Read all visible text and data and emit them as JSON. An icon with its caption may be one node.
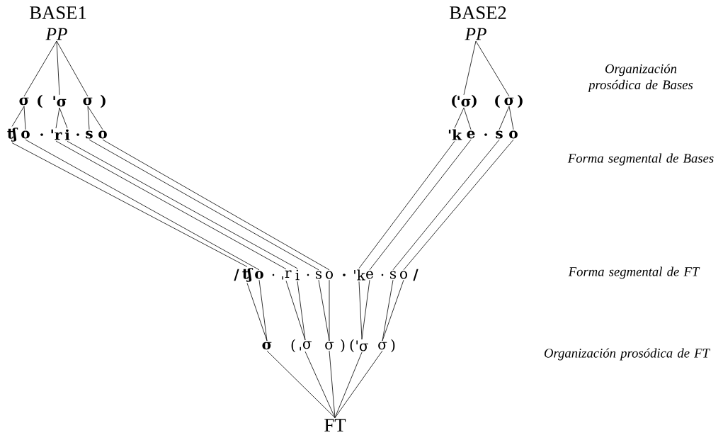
{
  "diagram": {
    "nodes": [
      {
        "text": [
          "BASE1"
        ]
      },
      {
        "text": [
          "PP"
        ]
      },
      {
        "text": [
          "σ"
        ]
      },
      {
        "text": [
          "'σ"
        ]
      },
      {
        "text": [
          "σ"
        ]
      },
      {
        "text": [
          "ʧ"
        ]
      },
      {
        "text": [
          "o"
        ]
      },
      {
        "text": [
          "'r"
        ]
      },
      {
        "text": [
          "i"
        ]
      },
      {
        "text": [
          "s"
        ]
      },
      {
        "text": [
          "o"
        ]
      },
      {
        "text": [
          "BASE2"
        ]
      },
      {
        "text": [
          "PP"
        ]
      },
      {
        "text": [
          "'σ"
        ]
      },
      {
        "text": [
          "σ"
        ]
      },
      {
        "text": [
          "'k"
        ]
      },
      {
        "text": [
          "e"
        ]
      },
      {
        "text": [
          "s"
        ]
      },
      {
        "text": [
          "o"
        ]
      },
      {
        "text": [
          "ʧ"
        ]
      },
      {
        "text": [
          "o"
        ]
      },
      {
        "text": [
          "ˌr"
        ]
      },
      {
        "text": [
          "i"
        ]
      },
      {
        "text": [
          "s"
        ]
      },
      {
        "text": [
          "o"
        ]
      },
      {
        "text": [
          "'k"
        ]
      },
      {
        "text": [
          "e"
        ]
      },
      {
        "text": [
          "s"
        ]
      },
      {
        "text": [
          "o"
        ]
      },
      {
        "text": [
          "σ"
        ]
      },
      {
        "text": [
          "ˌσ"
        ]
      },
      {
        "text": [
          "σ"
        ]
      },
      {
        "text": [
          "'σ"
        ]
      },
      {
        "text": [
          "σ"
        ]
      },
      {
        "text": [
          "FT"
        ]
      }
    ],
    "edges": [
      {
        "from": 1,
        "to": 2,
        "arrow": "none"
      },
      {
        "from": 1,
        "to": 3,
        "arrow": "none"
      },
      {
        "from": 1,
        "to": 4,
        "arrow": "none"
      },
      {
        "from": 12,
        "to": 13,
        "arrow": "none"
      },
      {
        "from": 12,
        "to": 14,
        "arrow": "none"
      },
      {
        "from": 2,
        "to": 5,
        "arrow": "none"
      },
      {
        "from": 2,
        "to": 6,
        "arrow": "none"
      },
      {
        "from": 3,
        "to": 7,
        "arrow": "none"
      },
      {
        "from": 3,
        "to": 8,
        "arrow": "none"
      },
      {
        "from": 4,
        "to": 9,
        "arrow": "none"
      },
      {
        "from": 4,
        "to": 10,
        "arrow": "none"
      },
      {
        "from": 13,
        "to": 15,
        "arrow": "none"
      },
      {
        "from": 13,
        "to": 16,
        "arrow": "none"
      },
      {
        "from": 14,
        "to": 17,
        "arrow": "none"
      },
      {
        "from": 14,
        "to": 18,
        "arrow": "none"
      },
      {
        "from": 5,
        "to": 19,
        "arrow": "none"
      },
      {
        "from": 6,
        "to": 20,
        "arrow": "none"
      },
      {
        "from": 7,
        "to": 21,
        "arrow": "none"
      },
      {
        "from": 8,
        "to": 22,
        "arrow": "none"
      },
      {
        "from": 9,
        "to": 23,
        "arrow": "none"
      },
      {
        "from": 10,
        "to": 24,
        "arrow": "none"
      },
      {
        "from": 15,
        "to": 25,
        "arrow": "none"
      },
      {
        "from": 16,
        "to": 26,
        "arrow": "none"
      },
      {
        "from": 17,
        "to": 27,
        "arrow": "none"
      },
      {
        "from": 18,
        "to": 28,
        "arrow": "none"
      },
      {
        "from": 19,
        "to": 29,
        "arrow": "none"
      },
      {
        "from": 20,
        "to": 29,
        "arrow": "none"
      },
      {
        "from": 21,
        "to": 30,
        "arrow": "none"
      },
      {
        "from": 22,
        "to": 30,
        "arrow": "none"
      },
      {
        "from": 23,
        "to": 31,
        "arrow": "none"
      },
      {
        "from": 24,
        "to": 31,
        "arrow": "none"
      },
      {
        "from": 25,
        "to": 32,
        "arrow": "none"
      },
      {
        "from": 26,
        "to": 32,
        "arrow": "none"
      },
      {
        "from": 27,
        "to": 33,
        "arrow": "none"
      },
      {
        "from": 28,
        "to": 33,
        "arrow": "none"
      },
      {
        "from": 29,
        "to": 34,
        "arrow": "none"
      },
      {
        "from": 30,
        "to": 34,
        "arrow": "none"
      },
      {
        "from": 31,
        "to": 34,
        "arrow": "none"
      },
      {
        "from": 32,
        "to": 34,
        "arrow": "none"
      },
      {
        "from": 33,
        "to": 34,
        "arrow": "none"
      }
    ],
    "labels": [
      "(",
      ")",
      "(",
      ")",
      "(",
      ")",
      "Organización prosódica de Bases",
      ".",
      ".",
      ".",
      "Forma segmental de Bases",
      "/",
      ".",
      ".",
      ".",
      ".",
      "/",
      "Forma segmental de FT",
      "(",
      ")",
      "(",
      ")",
      "Organización prosódica de FT"
    ]
  }
}
